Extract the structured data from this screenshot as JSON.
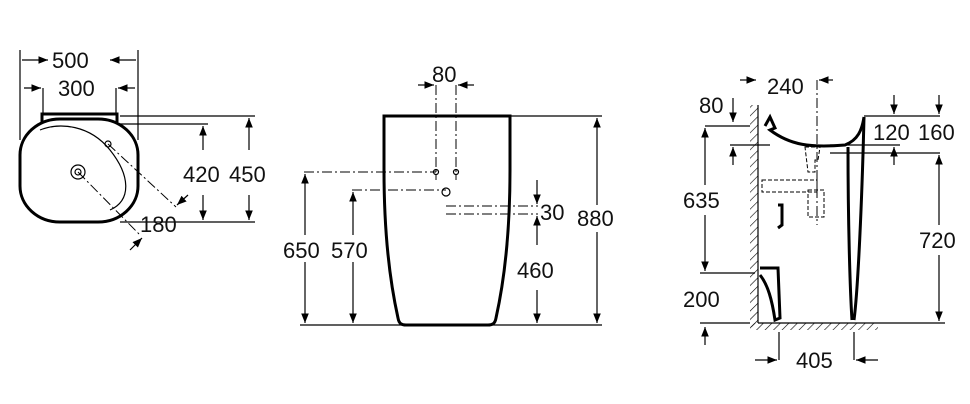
{
  "units": "mm",
  "views": {
    "top": {
      "dimensions": {
        "overall_width": "500",
        "back_width": "300",
        "inner_depth": "420",
        "overall_depth": "450",
        "tap_offset": "180"
      }
    },
    "front": {
      "dimensions": {
        "waste_spacing": "80",
        "total_height": "880",
        "supply_height": "650",
        "waste_height": "570",
        "waste_offset": "30",
        "outlet_height": "460"
      }
    },
    "side": {
      "dimensions": {
        "basin_projection": "240",
        "wall_gap": "80",
        "bowl_depth": "120",
        "rim_depth": "160",
        "supply_to_floor": "635",
        "rim_height": "720",
        "base_height": "200",
        "base_depth": "405"
      }
    }
  },
  "colors": {
    "line": "#000000",
    "background": "#ffffff"
  }
}
